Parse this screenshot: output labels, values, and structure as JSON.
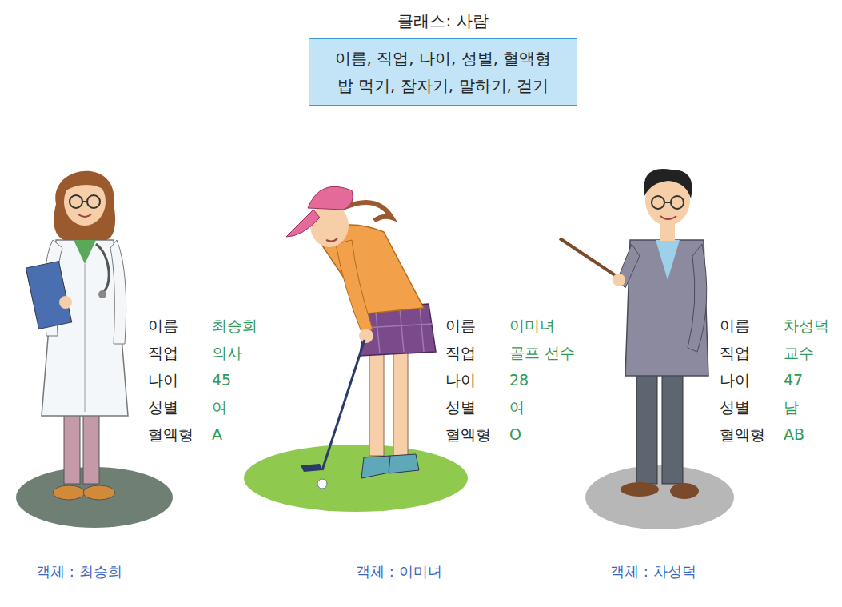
{
  "diagram": {
    "nodes": [
      {
        "text": [
          "클래스: 사람",
          "이름, 직업, 나이, 성별, 혈액형",
          "밥 먹기, 잠자기, 말하기, 걷기"
        ]
      }
    ],
    "labels": [
      "이름",
      "최승희",
      "직업",
      "의사",
      "나이",
      "45",
      "성별",
      "여",
      "혈액형",
      "A",
      "이름",
      "이미녀",
      "직업",
      "골프 선수",
      "나이",
      "28",
      "성별",
      "여",
      "혈액형",
      "O",
      "이름",
      "차성덕",
      "직업",
      "교수",
      "나이",
      "47",
      "성별",
      "남",
      "혈액형",
      "AB",
      "객체 : 최승희",
      "객체 : 이미녀",
      "객체 : 차성덕"
    ]
  }
}
